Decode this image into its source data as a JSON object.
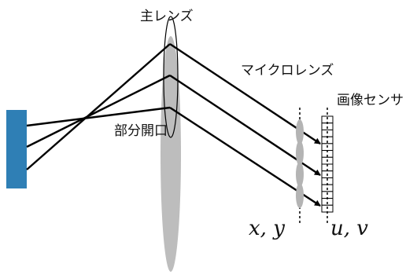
{
  "labels": {
    "main_lens": "主レンズ",
    "microlens": "マイクロレンズ",
    "image_sensor": "画像センサ",
    "sub_aperture": "部分開口",
    "xy": "x, y",
    "uv": "u, v"
  },
  "colors": {
    "object": "#2f7fb5",
    "lens_fill": "#bdbdbd",
    "ray": "#000000",
    "sensor_cell": "#ffffff"
  },
  "sensor": {
    "cells": 14
  },
  "microlenses": {
    "count": 4
  }
}
